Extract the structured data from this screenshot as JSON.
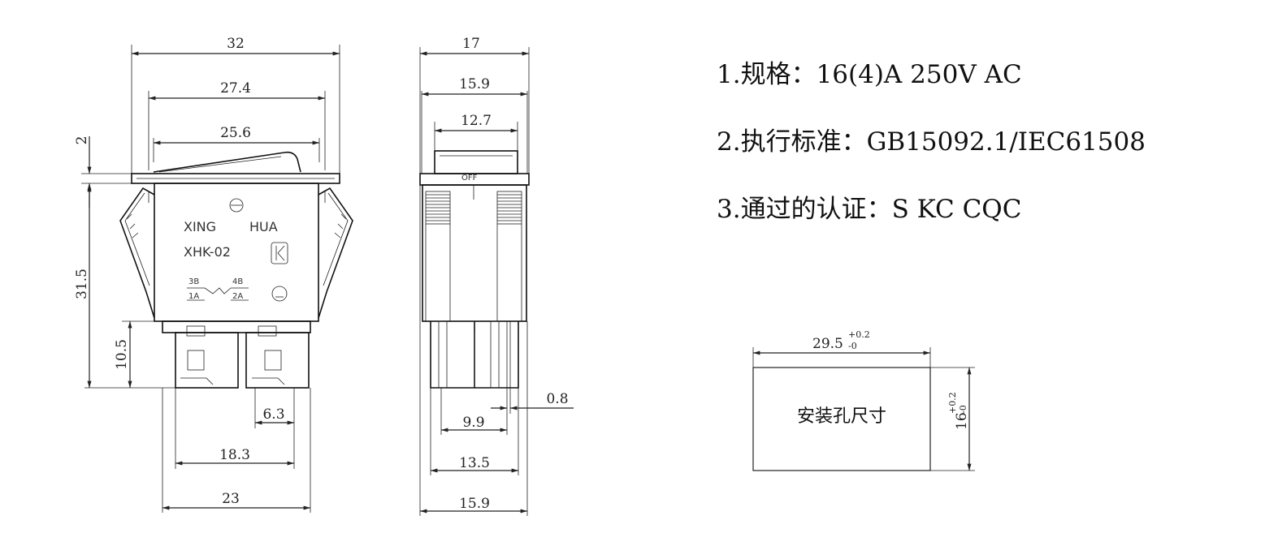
{
  "front_view": {
    "dims": {
      "overall_width": "32",
      "inner_width": "27.4",
      "rocker_width": "25.6",
      "flange": "2",
      "body_height": "31.5",
      "terminal_height": "10.5",
      "terminal_width": "6.3",
      "terminal_span": "18.3",
      "base_width": "23"
    },
    "markings": {
      "brand_left": "XING",
      "brand_right": "HUA",
      "model": "XHK-02",
      "rating_3b": "3B",
      "rating_1a": "1A",
      "rating_4b": "4B",
      "rating_2a": "2A"
    }
  },
  "side_view": {
    "dims": {
      "overall_width": "17",
      "flange_width": "15.9",
      "rocker_width": "12.7",
      "terminal_thickness": "0.8",
      "terminal_gap": "9.9",
      "terminal_outer": "13.5",
      "base_width": "15.9"
    },
    "off_label": "OFF"
  },
  "specs": [
    "1.规格：16(4)A  250V  AC",
    "2.执行标准：GB15092.1/IEC61508",
    "3.通过的认证：S  KC  CQC"
  ],
  "cutout": {
    "label": "安装孔尺寸",
    "width": "29.5",
    "width_tol_upper": "+0.2",
    "width_tol_lower": "-0",
    "height": "16",
    "height_tol_upper": "+0.2",
    "height_tol_lower": "-0"
  }
}
